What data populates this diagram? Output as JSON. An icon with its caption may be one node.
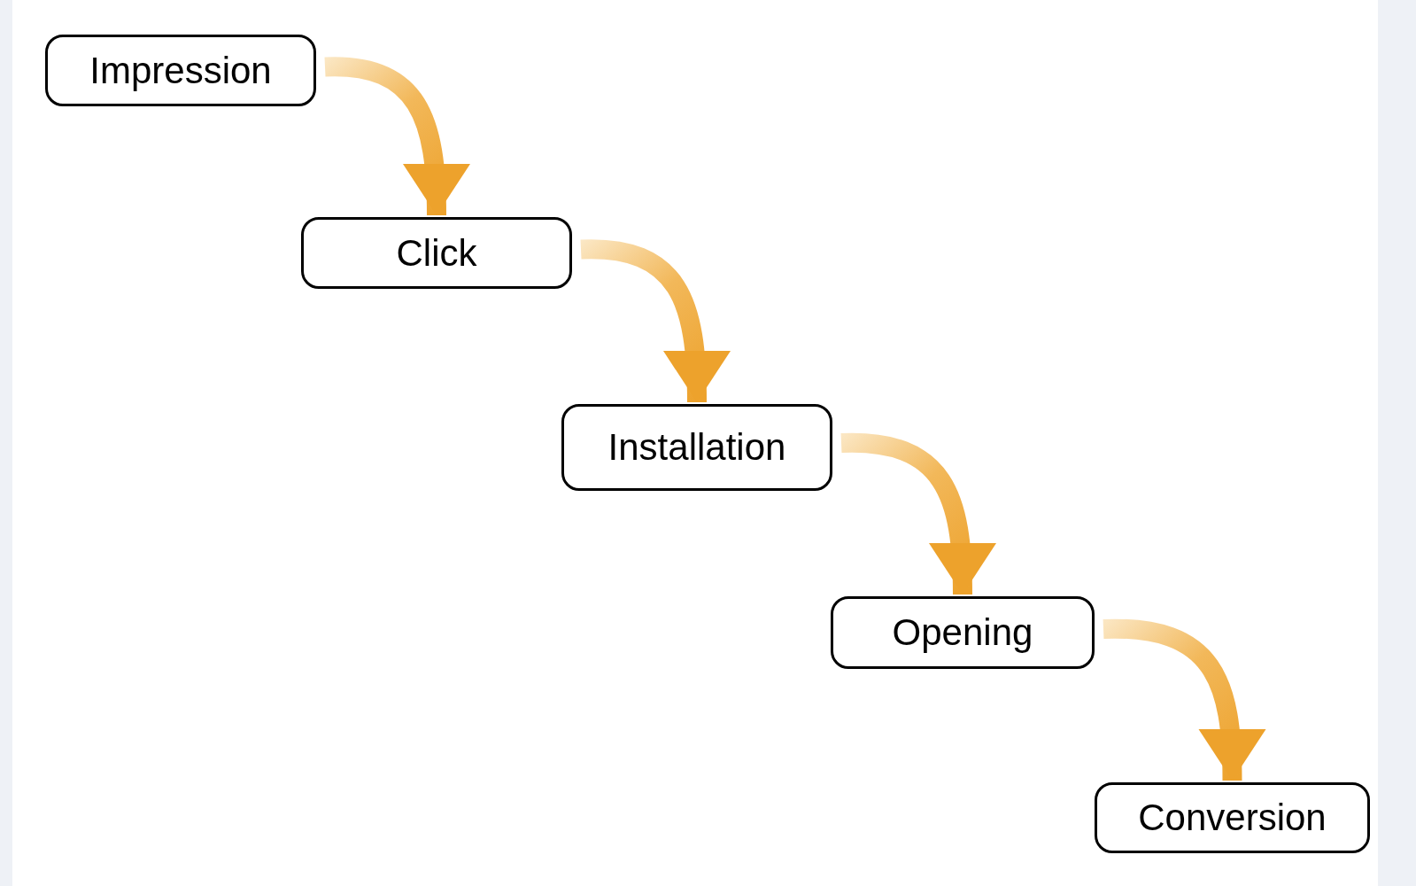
{
  "diagram": {
    "nodes": [
      {
        "text": [
          "Impression"
        ]
      },
      {
        "text": [
          "Click"
        ]
      },
      {
        "text": [
          "Installation"
        ]
      },
      {
        "text": [
          "Opening"
        ]
      },
      {
        "text": [
          "Conversion"
        ]
      }
    ],
    "edges": [
      {
        "from": 0,
        "to": 1,
        "arrow": "to"
      },
      {
        "from": 1,
        "to": 2,
        "arrow": "to"
      },
      {
        "from": 2,
        "to": 3,
        "arrow": "to"
      },
      {
        "from": 3,
        "to": 4,
        "arrow": "to"
      }
    ]
  }
}
